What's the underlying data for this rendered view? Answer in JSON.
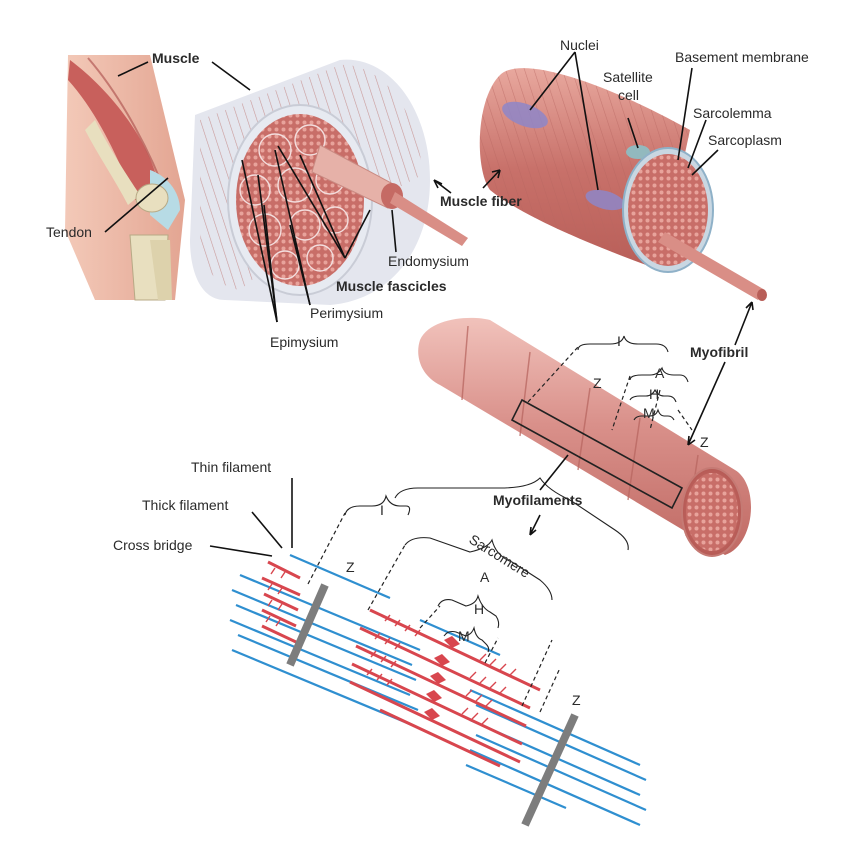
{
  "labels": {
    "muscle": "Muscle",
    "tendon": "Tendon",
    "epimysium": "Epimysium",
    "perimysium": "Perimysium",
    "muscle_fascicles": "Muscle fascicles",
    "endomysium": "Endomysium",
    "muscle_fiber": "Muscle fiber",
    "nuclei": "Nuclei",
    "satellite_cell_1": "Satellite",
    "satellite_cell_2": "cell",
    "basement_membrane": "Basement membrane",
    "sarcolemma": "Sarcolemma",
    "sarcoplasm": "Sarcoplasm",
    "myofibril": "Myofibril",
    "myofilaments": "Myofilaments",
    "band_i": "I",
    "band_a": "A",
    "band_h": "H",
    "band_m": "M",
    "band_z": "Z",
    "sarcomere": "Sarcomere",
    "thin_filament": "Thin filament",
    "thick_filament": "Thick filament",
    "cross_bridge": "Cross bridge"
  },
  "colors": {
    "muscle_red": "#c9706a",
    "muscle_light": "#e9b3aa",
    "fiber_pink": "#d58b83",
    "thin_filament_blue": "#2f8fd0",
    "thick_filament_red": "#d8464e",
    "z_disc_gray": "#7d7d7d",
    "bone": "#e8dfbf",
    "sheath": "#dfe3ec"
  }
}
